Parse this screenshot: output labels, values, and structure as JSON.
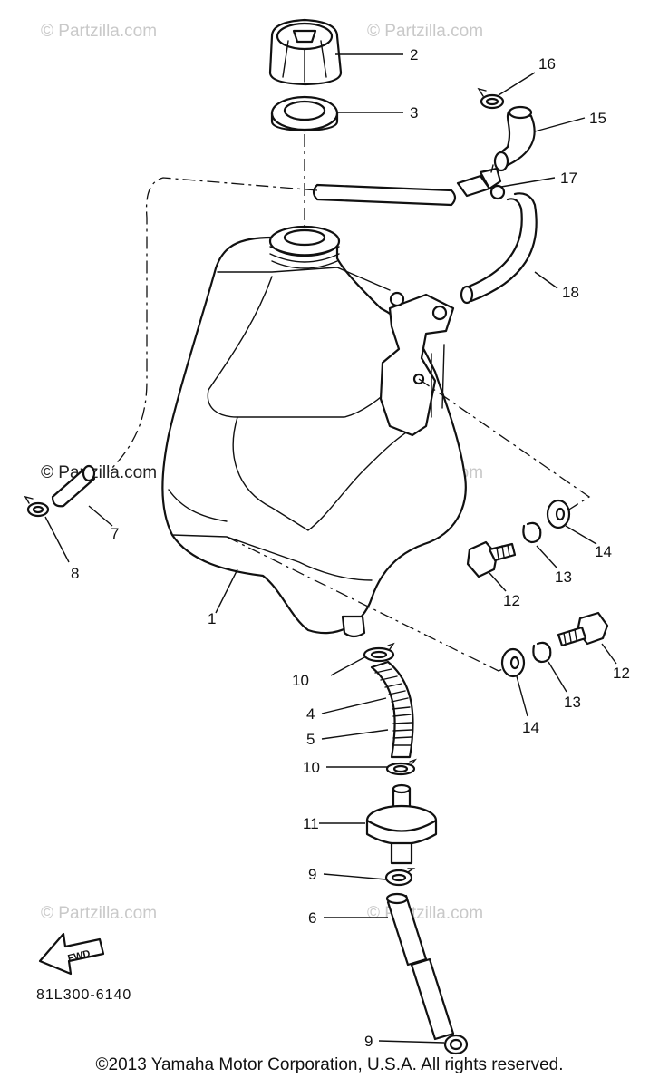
{
  "watermarks": [
    "© Partzilla.com",
    "© Partzilla.com",
    "© Partzilla.com",
    "© Partzilla.com",
    "© Partzilla.com",
    "© Partzilla.com"
  ],
  "callouts": {
    "c1": "1",
    "c2": "2",
    "c3": "3",
    "c4": "4",
    "c5": "5",
    "c6": "6",
    "c7": "7",
    "c8": "8",
    "c9a": "9",
    "c9b": "9",
    "c10a": "10",
    "c10b": "10",
    "c11": "11",
    "c12a": "12",
    "c12b": "12",
    "c13a": "13",
    "c13b": "13",
    "c14a": "14",
    "c14b": "14",
    "c15": "15",
    "c16": "16",
    "c17": "17",
    "c18": "18"
  },
  "fwd_label": "FWD",
  "diagram_code": "81L300-6140",
  "copyright": "©2013 Yamaha Motor Corporation, U.S.A. All rights reserved."
}
